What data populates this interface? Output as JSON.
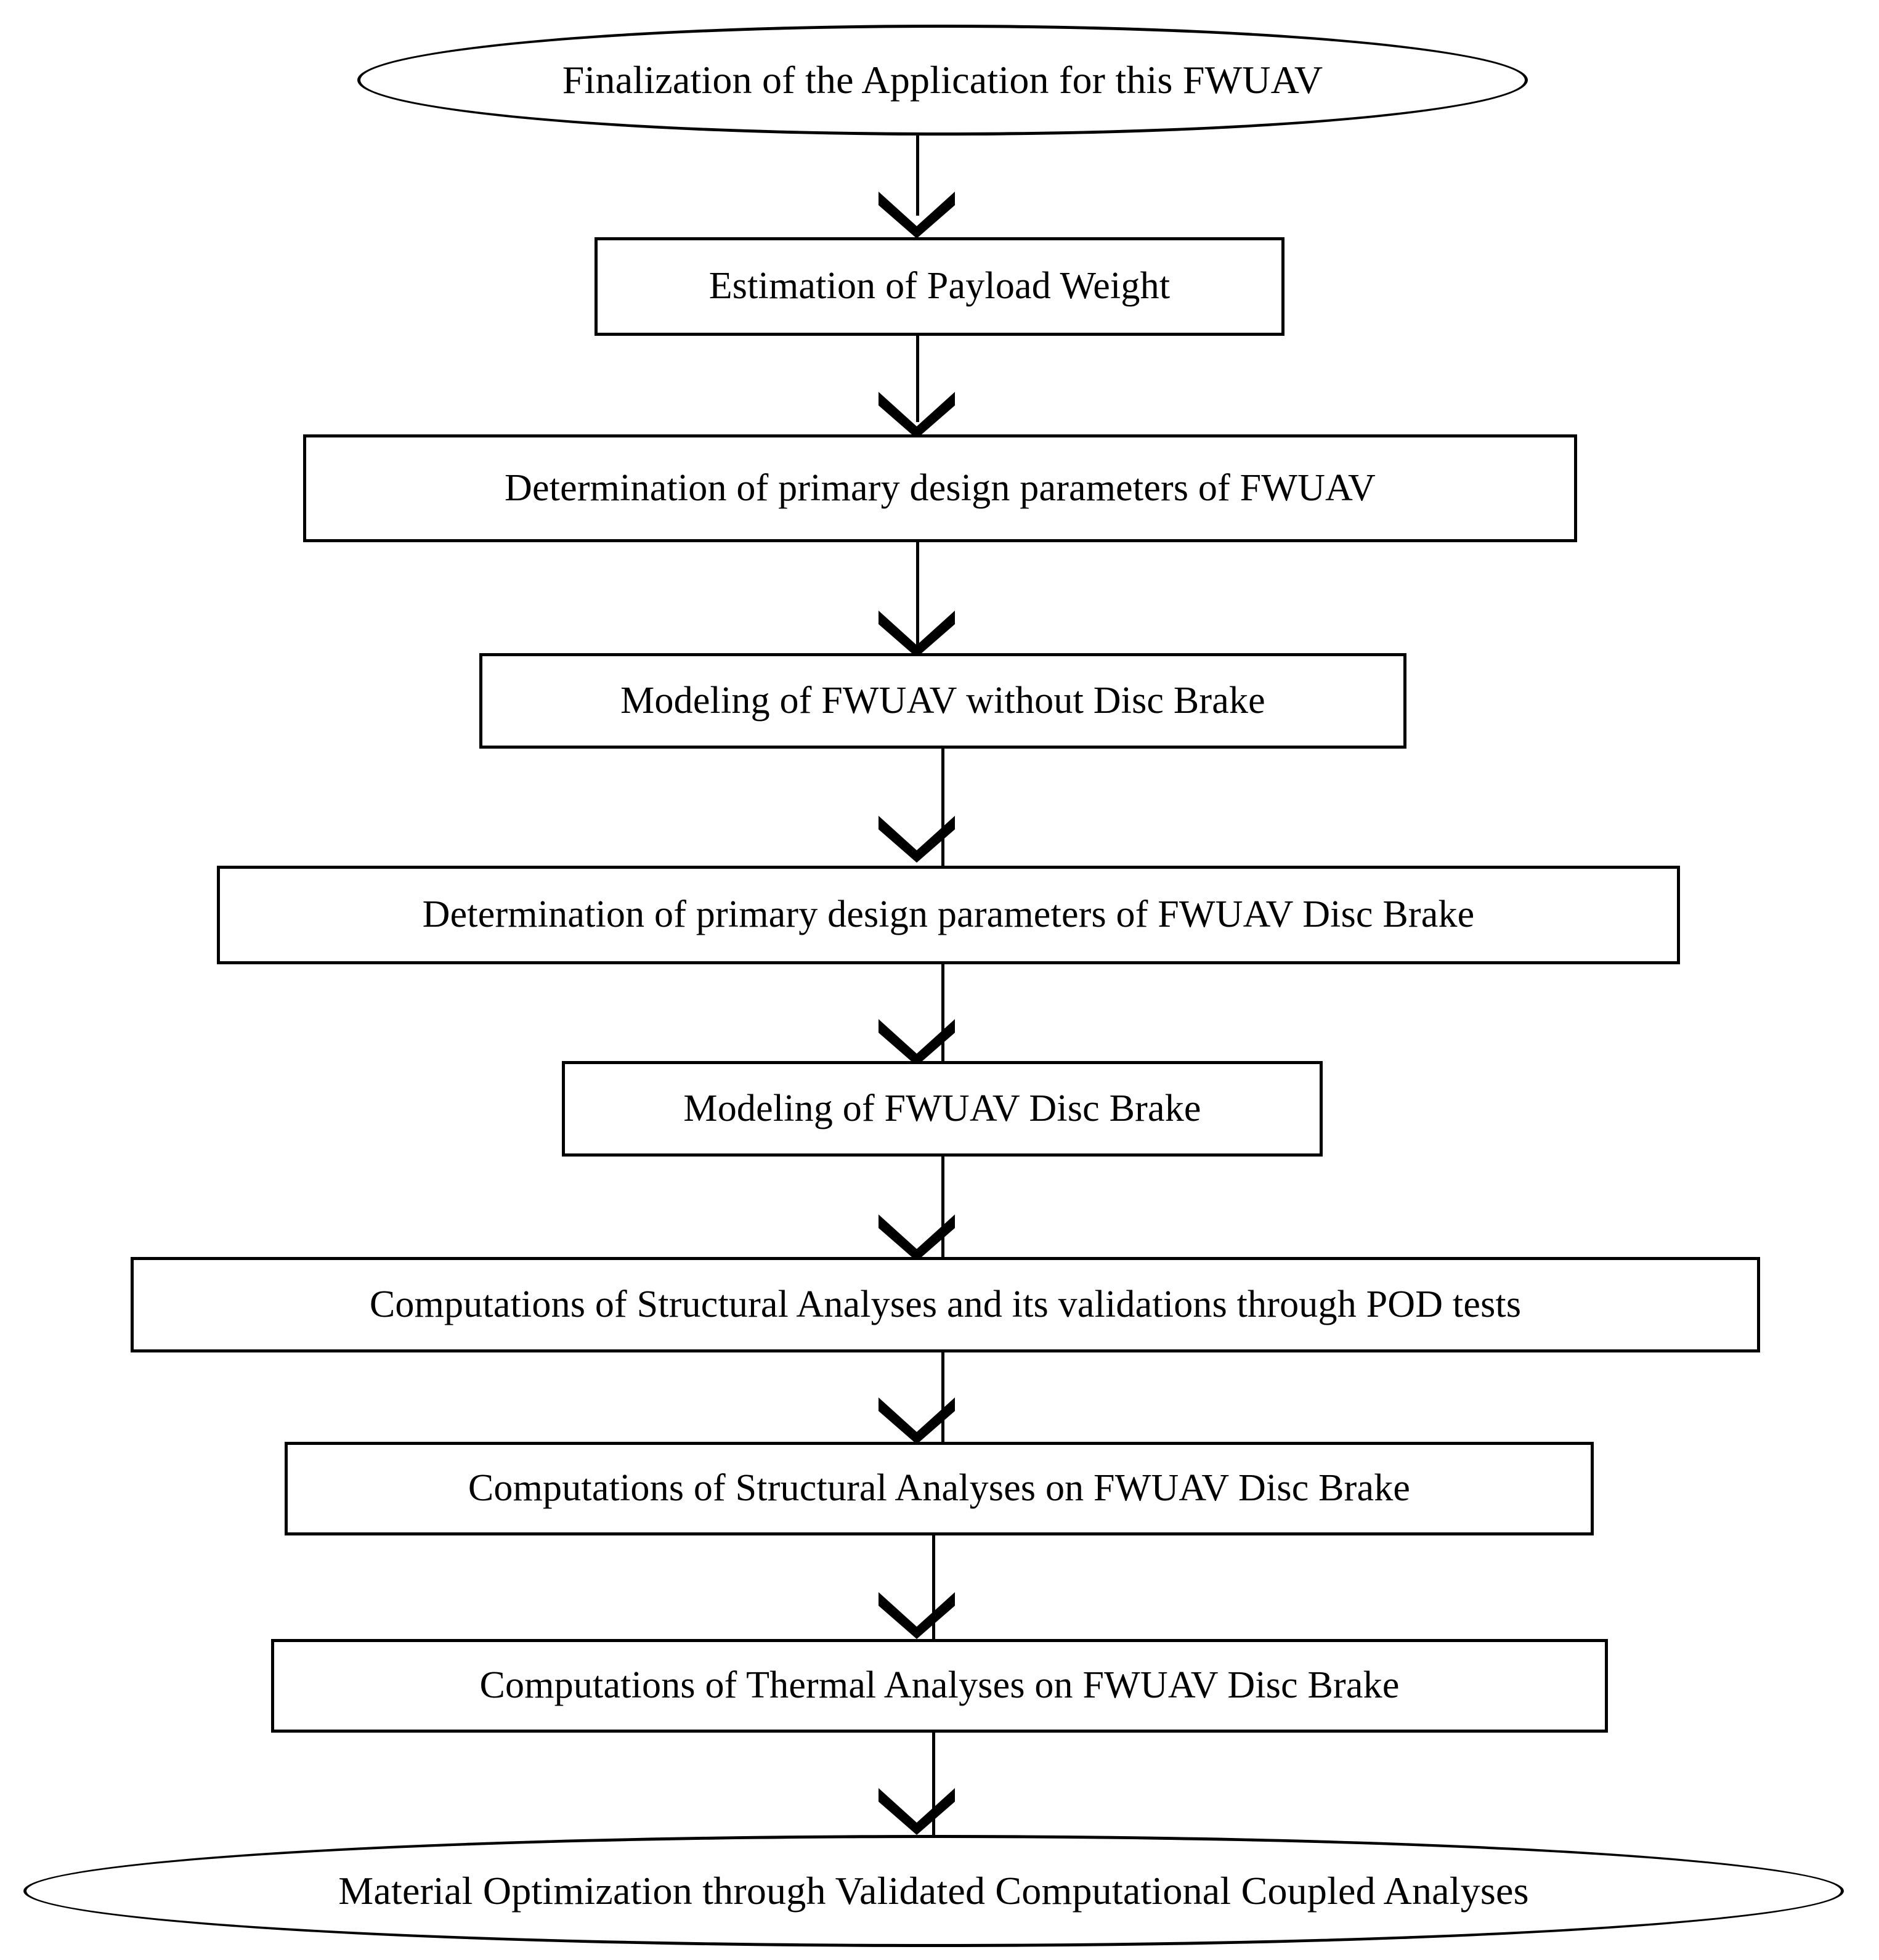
{
  "diagram": {
    "title": "FWUAV Disc Brake Design and Analysis Methodology Flowchart",
    "type": "flowchart",
    "orientation": "top-to-bottom",
    "background_color": "#ffffff",
    "stroke_color": "#000000",
    "text_color": "#000000",
    "nodes": [
      {
        "id": "n1",
        "shape": "oval",
        "label": "Finalization of the Application for this FWUAV"
      },
      {
        "id": "n2",
        "shape": "rectangle",
        "label": "Estimation of Payload Weight"
      },
      {
        "id": "n3",
        "shape": "rectangle",
        "label": "Determination of primary design parameters of FWUAV"
      },
      {
        "id": "n4",
        "shape": "rectangle",
        "label": "Modeling of FWUAV without Disc Brake"
      },
      {
        "id": "n5",
        "shape": "rectangle",
        "label": "Determination of primary design parameters of FWUAV Disc Brake"
      },
      {
        "id": "n6",
        "shape": "rectangle",
        "label": "Modeling of FWUAV Disc Brake"
      },
      {
        "id": "n7",
        "shape": "rectangle",
        "label": "Computations of Structural Analyses and its validations through POD tests"
      },
      {
        "id": "n8",
        "shape": "rectangle",
        "label": "Computations of Structural Analyses on FWUAV Disc Brake"
      },
      {
        "id": "n9",
        "shape": "rectangle",
        "label": "Computations of Thermal Analyses on FWUAV Disc Brake"
      },
      {
        "id": "n10",
        "shape": "oval",
        "label": "Material Optimization through Validated Computational Coupled Analyses"
      }
    ],
    "edges": [
      {
        "id": "e1",
        "from": "n1",
        "to": "n2",
        "arrow": "down"
      },
      {
        "id": "e2",
        "from": "n2",
        "to": "n3",
        "arrow": "down"
      },
      {
        "id": "e3",
        "from": "n3",
        "to": "n4",
        "arrow": "down"
      },
      {
        "id": "e4",
        "from": "n4",
        "to": "n5",
        "arrow": "down"
      },
      {
        "id": "e5",
        "from": "n5",
        "to": "n6",
        "arrow": "down"
      },
      {
        "id": "e6",
        "from": "n6",
        "to": "n7",
        "arrow": "down"
      },
      {
        "id": "e7",
        "from": "n7",
        "to": "n8",
        "arrow": "down"
      },
      {
        "id": "e8",
        "from": "n8",
        "to": "n9",
        "arrow": "down"
      },
      {
        "id": "e9",
        "from": "n9",
        "to": "n10",
        "arrow": "down"
      }
    ]
  }
}
